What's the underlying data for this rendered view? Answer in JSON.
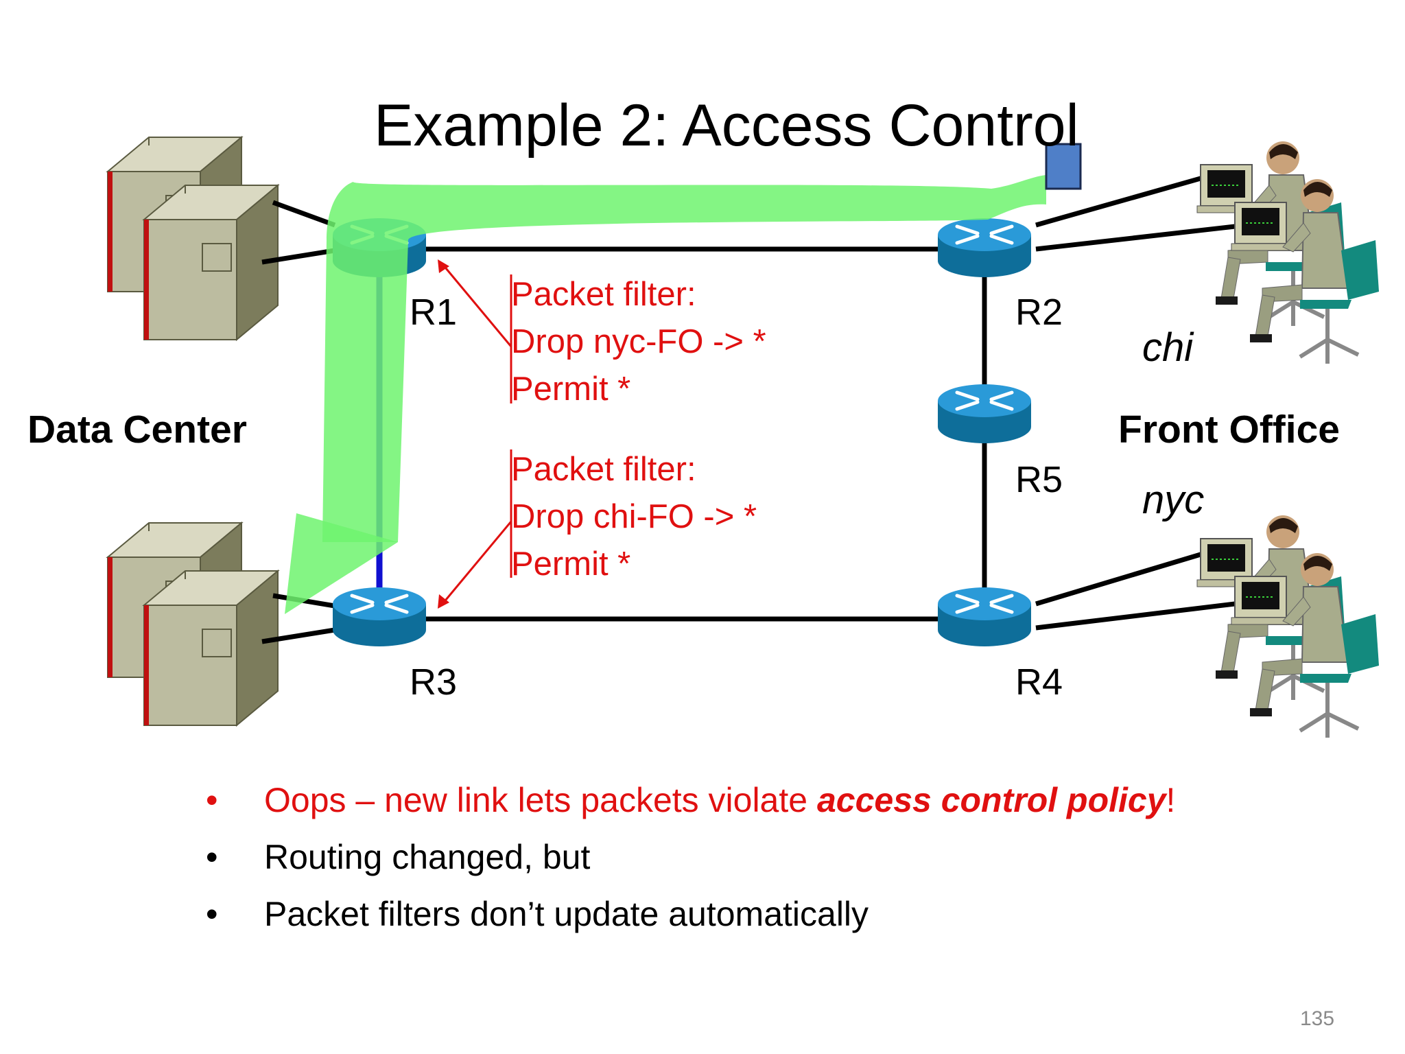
{
  "slide": {
    "title": "Example 2: Access Control",
    "page_number": "135"
  },
  "routers": {
    "r1": "R1",
    "r2": "R2",
    "r3": "R3",
    "r4": "R4",
    "r5": "R5"
  },
  "sites": {
    "data_center": "Data Center",
    "front_office": "Front Office",
    "chi": "chi",
    "nyc": "nyc"
  },
  "filters": {
    "r1": [
      "Packet filter:",
      "Drop nyc-FO -> *",
      "Permit *"
    ],
    "r3": [
      "Packet filter:",
      "Drop chi-FO -> *",
      "Permit *"
    ]
  },
  "bullets": {
    "b1_lead": "Oops – new link lets packets violate ",
    "b1_emph": "access control policy",
    "b1_tail": "!",
    "b2": "Routing changed, but",
    "b3": "Packet filters don’t update automatically"
  },
  "colors": {
    "alert_red": "#e01010",
    "path_green": "#7dfc7d",
    "router_blue": "#0f7fc0",
    "new_link_blue": "#1010d0"
  }
}
